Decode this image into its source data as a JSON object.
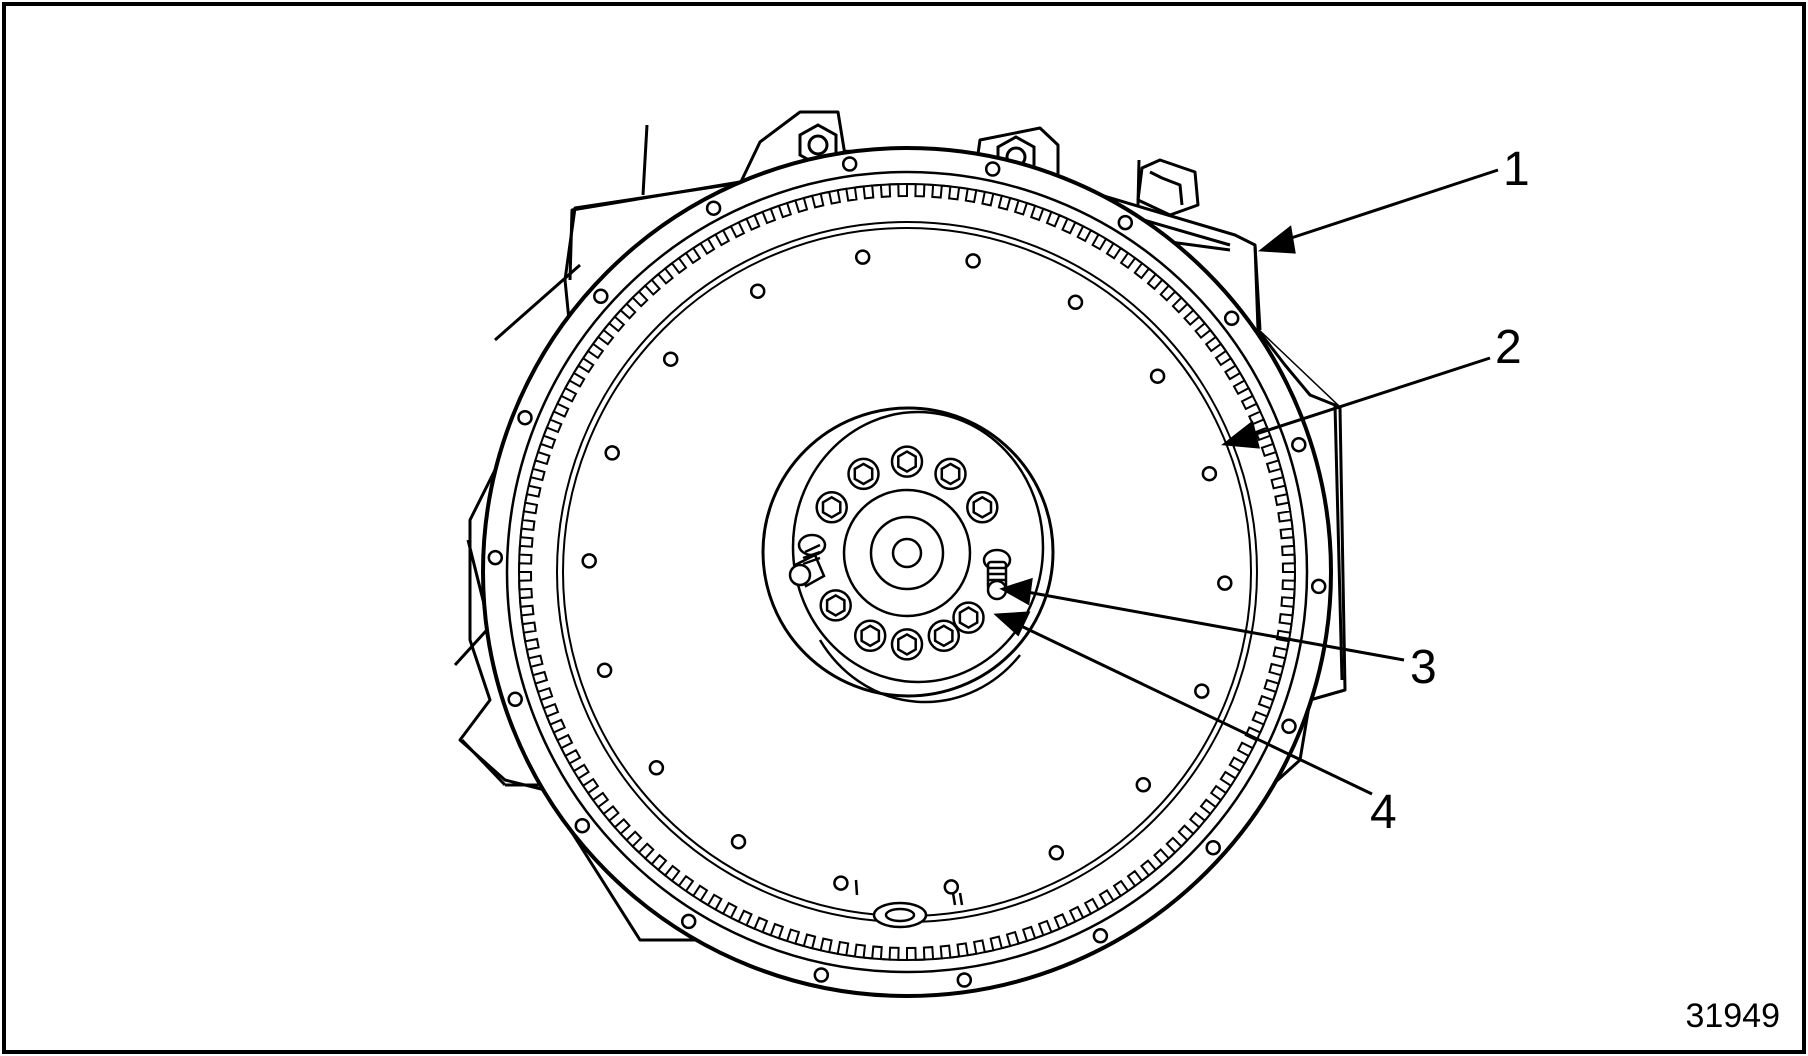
{
  "figure": {
    "figure_id": "31949",
    "callouts": [
      {
        "number": "1"
      },
      {
        "number": "2"
      },
      {
        "number": "3"
      },
      {
        "number": "4"
      }
    ],
    "colors": {
      "line": "#000000",
      "background": "#ffffff"
    }
  }
}
